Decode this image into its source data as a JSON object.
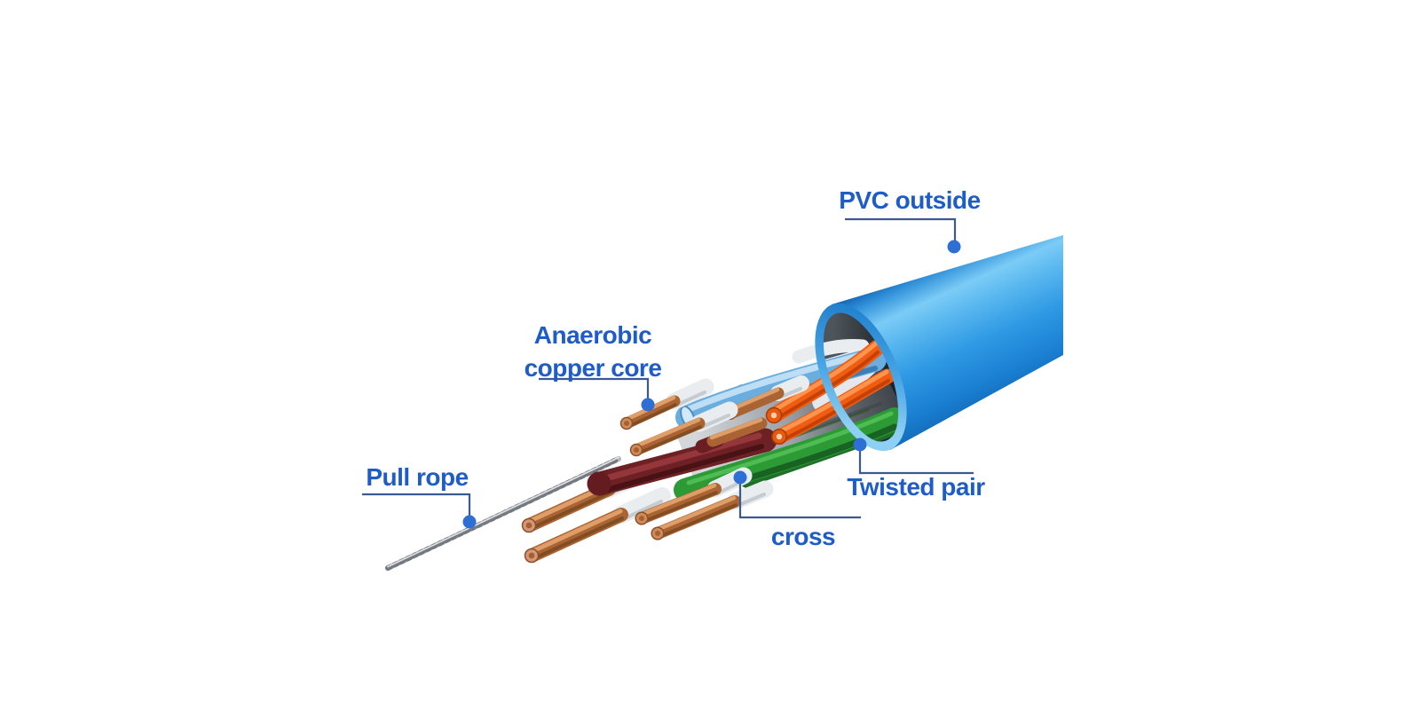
{
  "diagram": {
    "subject": "Network cable structure diagram with part callouts",
    "background_color": "#ffffff",
    "label_text_color": "#1e5dc8",
    "leader_line_color": "#3b5a92",
    "marker_dot_color": "#2e6fd6",
    "callouts": {
      "pvc_outside": {
        "label": "PVC outside"
      },
      "anaerobic_copper_core": {
        "label": "Anaerobic copper core",
        "line1": "Anaerobic",
        "line2": "copper core"
      },
      "pull_rope": {
        "label": "Pull rope"
      },
      "twisted_pair": {
        "label": "Twisted pair"
      },
      "cross": {
        "label": "cross"
      }
    },
    "part_colors": {
      "pvc_jacket_blue": "#2f9ae4",
      "jacket_highlight": "#7bccf6",
      "copper_core": "#aa6433",
      "copper_highlight": "#e2a06b",
      "orange_pair": "#f15c13",
      "blue_wire": "#69aede",
      "white_pair": "#eef1f4",
      "green_cross": "#2c9a35",
      "maroon_wire": "#6e2125",
      "steel_pull_rope": "#b2b6bb",
      "cross_sheet_grey": "#9aa0a5",
      "white_insulation_sleeve": "#e9edef"
    }
  }
}
